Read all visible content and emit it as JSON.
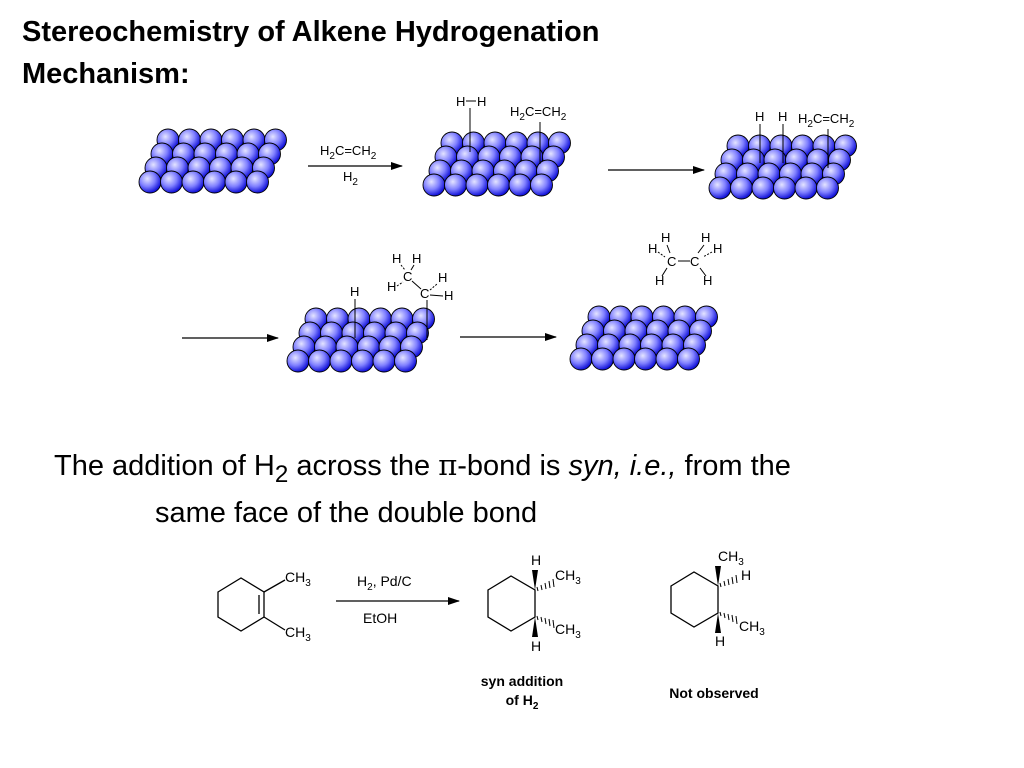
{
  "title": "Stereochemistry of Alkene Hydrogenation",
  "subtitle": "Mechanism:",
  "statement": {
    "part1": "The addition of H",
    "sub": "2",
    "part2": " across the ",
    "pi": "π",
    "part3": "-bond is ",
    "italic": "syn, i.e.,",
    "part4": " from the",
    "line2": "same face of the double bond"
  },
  "mechanism": {
    "reagent_alkene": "H2C=CH2",
    "reagent_h2": "H2",
    "h_atom": "H",
    "c_atom": "C"
  },
  "reaction": {
    "reactant_substituent": "CH3",
    "reagent_top": "H2, Pd/C",
    "reagent_bottom": "EtOH",
    "product_label_line1": "syn addition",
    "product_label_line2": "of H2",
    "not_observed_label": "Not observed"
  },
  "colors": {
    "sphere_light": "#e4e4ff",
    "sphere_mid": "#8080ff",
    "sphere_dark": "#1010d8",
    "outline": "#000000"
  }
}
